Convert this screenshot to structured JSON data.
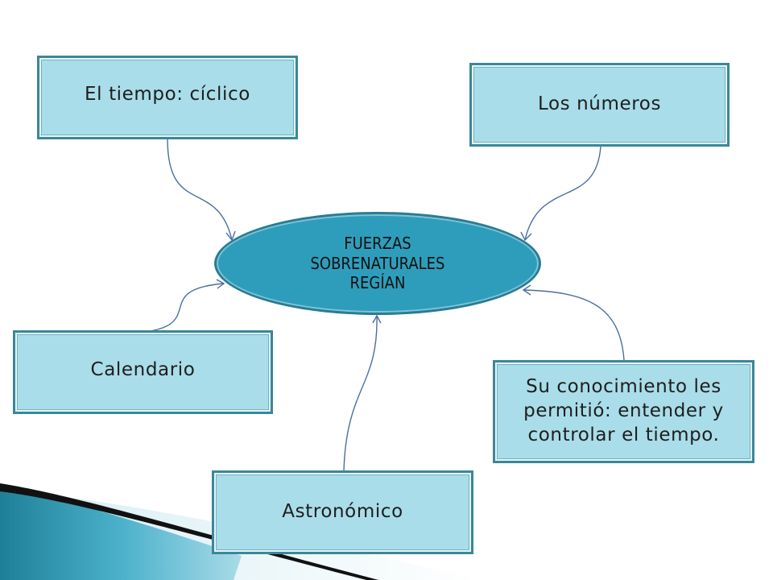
{
  "center": {
    "lines": [
      "FUERZAS",
      "SOBRENATURALES",
      "REGÍAN"
    ]
  },
  "nodes": {
    "tiempo": "El tiempo: cíclico",
    "numeros": "Los números",
    "calendario": "Calendario",
    "conocimiento_lines": [
      "Su conocimiento les",
      "permitió: entender y",
      "controlar el tiempo."
    ],
    "astronomico": "Astronómico"
  },
  "colors": {
    "box_fill": "#a9dde9",
    "box_border": "#3b8797",
    "ellipse_fill": "#2e9dbb",
    "connector": "#4a6fa0",
    "accent_teal": "#1f7f98"
  }
}
